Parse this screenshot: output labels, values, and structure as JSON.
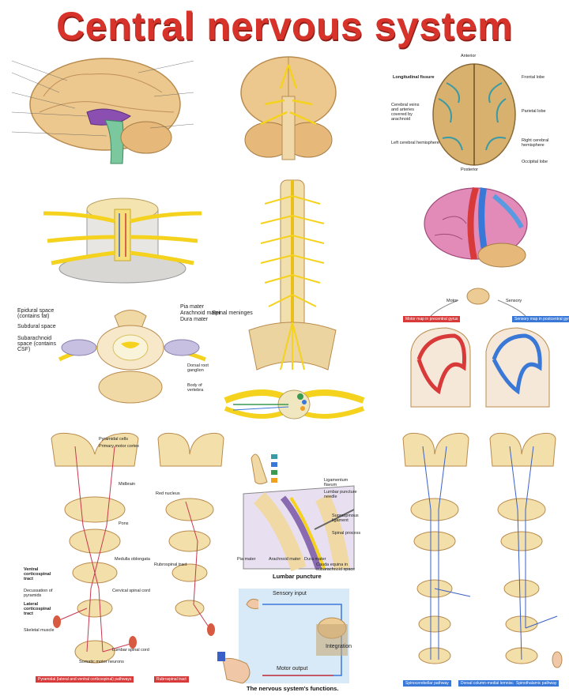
{
  "title": "Central nervous system",
  "captions": {
    "lumbar_puncture": "Lumbar puncture",
    "functions": "The nervous system's functions."
  },
  "lumbar_labels": {
    "ligamentum_flavum": "Ligamentum flavum",
    "supraspinous": "Supraspinous ligament",
    "needle": "Lumbar puncture needle",
    "spinal_process": "Spinal process",
    "pia_mater": "Pia mater",
    "arachnoid": "Arachnoid mater",
    "dura": "Dura mater",
    "cauda": "Cauda equina in subarachnoid space"
  },
  "function_labels": {
    "sensory_input": "Sensory input",
    "integration": "Integration",
    "motor_output": "Motor output"
  },
  "top_right_labels": {
    "anterior": "Anterior",
    "posterior": "Posterior",
    "longitudinal": "Longitudinal fissure",
    "frontal": "Frontal lobe",
    "parietal": "Parietal lobe",
    "right_hemisphere": "Right cerebral hemisphere",
    "left_hemisphere": "Left cerebral hemisphere",
    "occipital": "Occipital lobe",
    "cerebral_veins": "Cerebral veins and arteries covered by arachnoid"
  },
  "cross_labels": {
    "epidural": "Epidural space (contains fat)",
    "subdural": "Subdural space",
    "subarachnoid": "Subarachnoid space (contains CSF)",
    "pia": "Pia mater",
    "arachnoid": "Arachnoid mater",
    "dura": "Dura mater",
    "meninges": "Spinal meninges",
    "dorsal_root": "Dorsal root ganglion",
    "body": "Body of vertebra"
  },
  "homunculus_tags": {
    "motor": "Motor",
    "sensory": "Sensory",
    "motor_cortex": "Motor map in precentral gyrus",
    "sensory_cortex": "Sensory map in postcentral gyrus"
  },
  "pathway_labels": {
    "pyramidal": "Pyramidal cells",
    "primary_motor": "Primary motor cortex",
    "midbrain": "Midbrain",
    "pons": "Pons",
    "medulla": "Medulla oblongata",
    "cervical": "Cervical spinal cord",
    "lumbar": "Lumbar spinal cord",
    "red_nucleus": "Red nucleus",
    "rubrospinal": "Rubrospinal tract",
    "skeletal": "Skeletal muscle",
    "somatic": "Somatic motor neurons",
    "decussation": "Decussation of pyramids",
    "lateral_cst": "Lateral corticospinal tract",
    "ventral_cst": "Ventral corticospinal tract"
  },
  "bottom_tags": {
    "pyramidal_tract": "Pyramidal (lateral and ventral corticospinal) pathways",
    "rubrospinal_tract": "Rubrospinal tract",
    "spino_pathway": "Spinocerebellar pathway",
    "dorsal_column": "Dorsal column-medial lemniscal pathway",
    "spinothalamic": "Spinothalamic pathway"
  },
  "colors": {
    "title": "#d8332a",
    "bone": "#f1d9a6",
    "nerve": "#f4d21d",
    "brain": "#eccc94",
    "motor": "#d83a3a",
    "sensory": "#3a78d8"
  }
}
